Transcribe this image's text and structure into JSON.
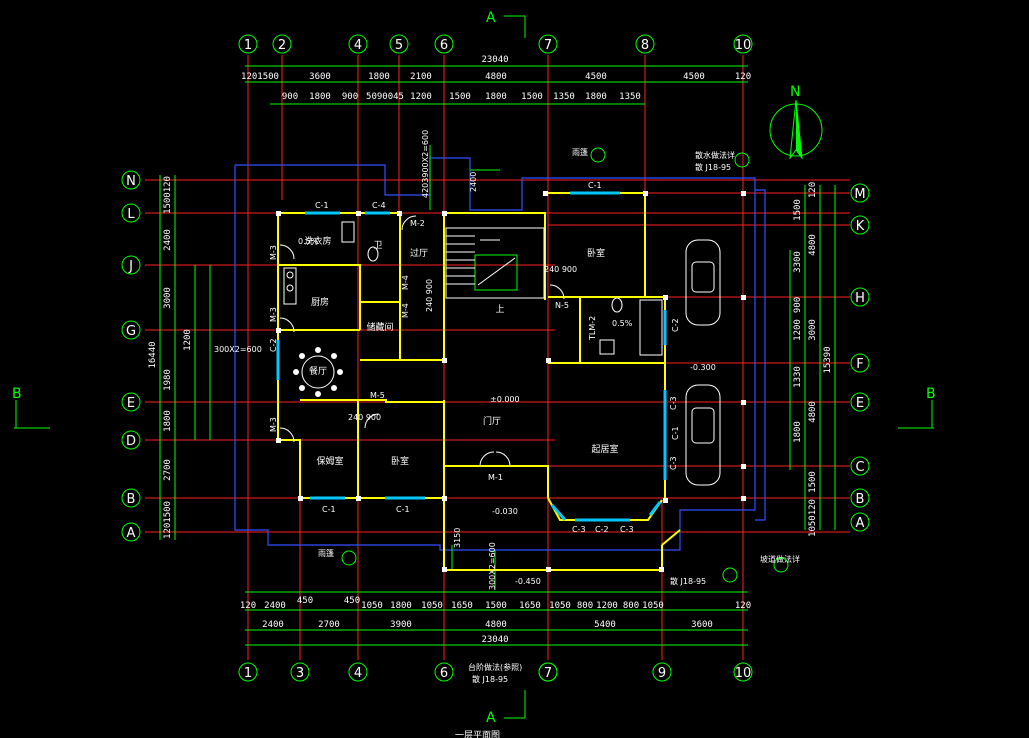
{
  "grid_top": [
    "1",
    "2",
    "4",
    "5",
    "6",
    "7",
    "8",
    "10"
  ],
  "grid_bottom": [
    "1",
    "3",
    "4",
    "6",
    "7",
    "9",
    "10"
  ],
  "grid_left": [
    "N",
    "L",
    "J",
    "G",
    "E",
    "D",
    "B",
    "A"
  ],
  "grid_right": [
    "M",
    "K",
    "H",
    "F",
    "E",
    "C",
    "B",
    "A"
  ],
  "dims_top_total": "23040",
  "dims_top_row1": [
    "1201500",
    "3600",
    "1800",
    "2100",
    "4800",
    "4500",
    "4500",
    "120"
  ],
  "dims_top_row2": [
    "900",
    "1800",
    "900",
    "5090045",
    "1200",
    "1500",
    "1800",
    "1500",
    "1350",
    "1800",
    "1350"
  ],
  "dims_bottom_total": "23040",
  "dims_bottom_row1": [
    "2400",
    "2700",
    "3900",
    "4800",
    "5400",
    "3600"
  ],
  "dims_bottom_row2": [
    "120",
    "2400",
    "450",
    "450",
    "1050",
    "1800",
    "1050",
    "1650",
    "1500",
    "1650",
    "1050",
    "800",
    "1200",
    "800",
    "1050",
    "120"
  ],
  "dims_left": [
    "1500120",
    "2400",
    "3000",
    "1200",
    "1980",
    "1800",
    "2700",
    "1201500"
  ],
  "dims_left_total": "16440",
  "dims_right": [
    "120",
    "1500",
    "3300",
    "1200",
    "900",
    "1330",
    "1800",
    "1500",
    "1050120"
  ],
  "dims_right_total": "15390",
  "dims_right_inner": [
    "4800",
    "3000",
    "4800"
  ],
  "rooms": {
    "laundry": "洗衣房",
    "toilet": "卫",
    "hall_small": "过厅",
    "kitchen": "厨房",
    "storage": "储藏间",
    "dining": "餐厅",
    "bedroom1": "卧室",
    "bedroom2": "保姆室",
    "bedroom3": "卧室",
    "living": "起居室",
    "entry": "门厅",
    "stair_up": "上"
  },
  "labels": {
    "window_c1": "C-1",
    "window_c2": "C-2",
    "window_c3": "C-3",
    "window_c4": "C-4",
    "door_m1": "M-1",
    "door_m2": "M-2",
    "door_m3": "M-3",
    "door_m4": "M-4",
    "door_m5": "M-5",
    "door_n5": "N-5",
    "tlm2": "TLM-2",
    "level_0": "±0.000",
    "level_030": "-0.030",
    "level_300": "-0.300",
    "level_450": "-0.450",
    "slope1": "0.5%",
    "slope2": "0.5%",
    "ref_j1": "散 J18-95",
    "ref_j2": "散 J18-95",
    "ref_j3": "散 J18-95",
    "note_a": "散水做法详",
    "note_b": "坡道做法详",
    "note_c": "台阶做法(参照)",
    "note_d": "雨篷",
    "note_e": "雨篷",
    "size_1": "300X2=600",
    "size_2": "300X2=600",
    "size_3": "4203900X2=600",
    "size_4": "3150",
    "size_5": "2400",
    "size_6": "240 900",
    "size_7": "240 900",
    "size_8": "240 900",
    "section_a": "A",
    "section_b": "B",
    "north": "N",
    "plan_title": "一层平面图"
  },
  "colors": {
    "wall": "#ffff00",
    "grid": "#ff2020",
    "dim": "#00ff00",
    "window": "#00c8ff",
    "bubble": "#00ff00",
    "outline": "#3050ff"
  }
}
